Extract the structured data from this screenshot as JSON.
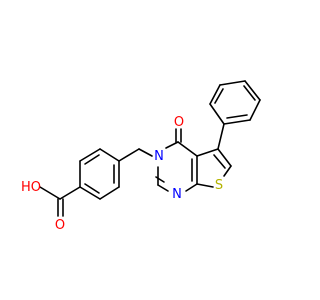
{
  "molecule": {
    "colors": {
      "bond": "#000000",
      "oxygen": "#ff0000",
      "nitrogen": "#0000ff",
      "sulfur": "#b3b300",
      "background": "#ffffff"
    },
    "atom_labels": {
      "carbonyl_o": "O",
      "n3": "N",
      "n1": "N",
      "s": "S",
      "acid_oh": "HO",
      "acid_o": "O"
    }
  }
}
